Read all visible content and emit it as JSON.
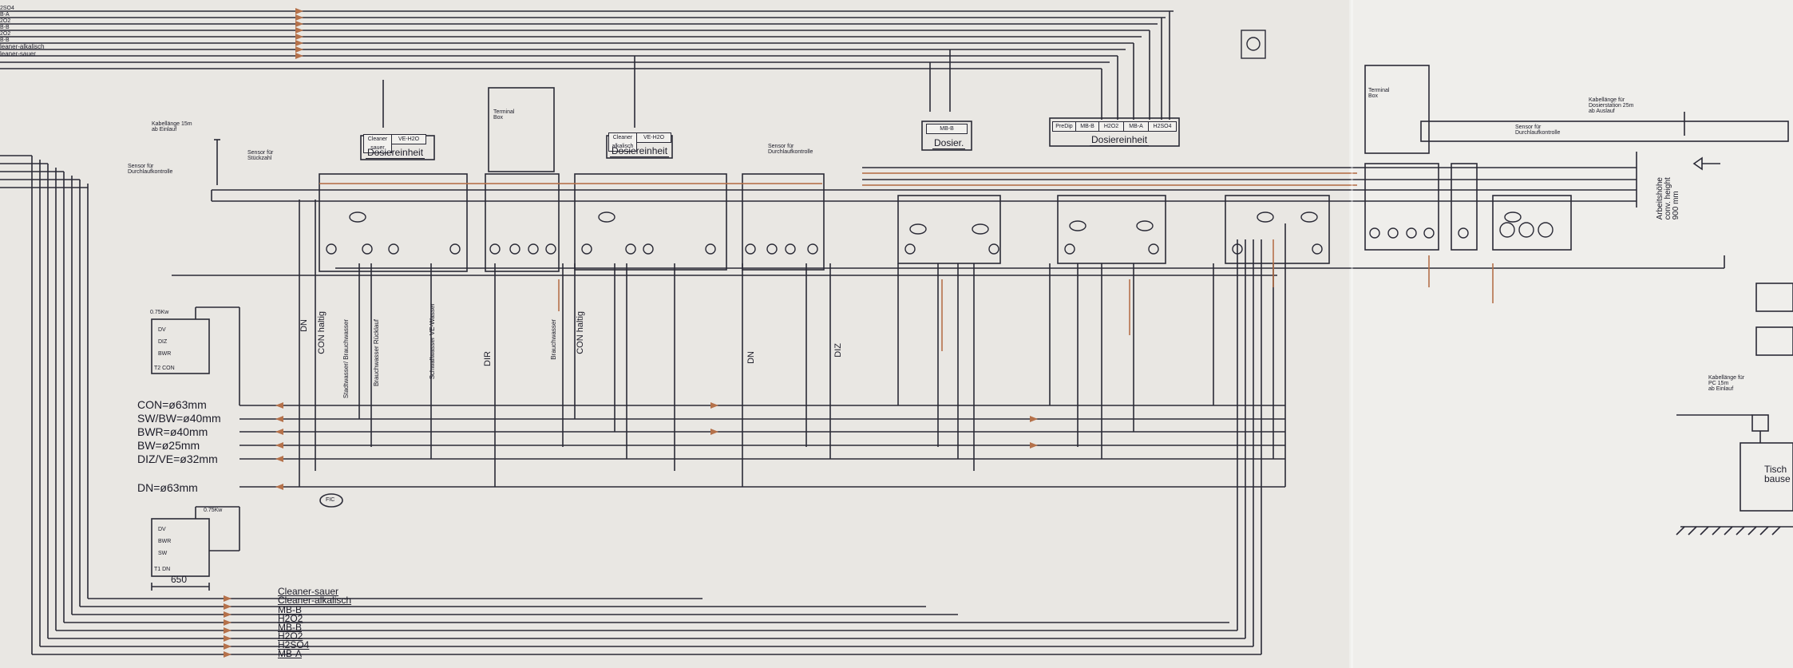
{
  "header_lines": [
    "2SO4",
    "B-A",
    "2O2",
    "B-B",
    "2O2",
    "B-B",
    "leaner-alkalisch",
    "leaner-sauer"
  ],
  "annotations": {
    "cable_left": [
      "Kabellänge 15m",
      "ab Einlauf"
    ],
    "sensor_count": [
      "Sensor für",
      "Stückzahl"
    ],
    "sensor_flow_left": [
      "Sensor für",
      "Durchlaufkontrolle"
    ],
    "sensor_flow_mid": [
      "Sensor für",
      "Durchlaufkontrolle"
    ],
    "sensor_flow_right": [
      "Sensor für",
      "Durchlaufkontrolle"
    ],
    "cable_right": [
      "Kabellänge für",
      "Dosierstation 25m",
      "ab Auslauf"
    ],
    "cable_pc": [
      "Kabellänge für",
      "PC 15m",
      "ab Einlauf"
    ],
    "terminal_box": [
      "Terminal",
      "Box"
    ],
    "terminal_box_right": [
      "Terminal",
      "Box"
    ],
    "work_height": [
      "Arbeitshöhe",
      "conv. height",
      "900 mm"
    ],
    "table": [
      "Tisch",
      "bause"
    ]
  },
  "dosing_units": [
    {
      "title": "Dosiereinheit",
      "tags": [
        "Cleaner sauer",
        "VE-H2O"
      ]
    },
    {
      "title": "Dosiereinheit",
      "tags": [
        "Cleaner alkalisch",
        "VE-H2O"
      ]
    },
    {
      "title": "Dosier.",
      "tags": [
        "MB-B"
      ]
    },
    {
      "title": "Dosiereinheit",
      "tags": [
        "PreDip",
        "MB-B",
        "H2O2",
        "MB-A",
        "H2SO4"
      ]
    }
  ],
  "tanks": {
    "t2": {
      "label": "T2 CON",
      "rating": "0.75Kw",
      "items": [
        "DV",
        "DIZ",
        "BWR"
      ]
    },
    "t1": {
      "label": "T1 DN",
      "rating": "0.75Kw",
      "items": [
        "DV",
        "BWR",
        "SW"
      ]
    }
  },
  "dimension_650": "650",
  "pipe_legend": [
    "CON=ø63mm",
    "SW/BW=ø40mm",
    "BWR=ø40mm",
    "BW=ø25mm",
    "DIZ/VE=ø32mm"
  ],
  "dn_legend": "DN=ø63mm",
  "fic_tag": "FIC",
  "vertical_labels": {
    "dn": "DN",
    "con_haltig": "CON haltig",
    "stadtwasser": "Stadtwasser/ Brauchwasser",
    "brauch_ruecklauf": "Brauchwasser Rücklauf",
    "schwallwasser": "Schwallwasser VE-Wasser",
    "dir": "DIR",
    "brauchwasser": "Brauchwasser",
    "diz": "DIZ",
    "con_haltig2": "CON haltig",
    "dn2": "DN"
  },
  "bottom_lines": [
    "Cleaner-sauer",
    "Cleaner-alkalisch",
    "MB-B",
    "H2O2",
    "MB-B",
    "H2O2",
    "H2SO4",
    "MB-A"
  ],
  "colors": {
    "line": "#2a2a36",
    "accent": "#b5714a",
    "paper": "#e9e7e3"
  }
}
